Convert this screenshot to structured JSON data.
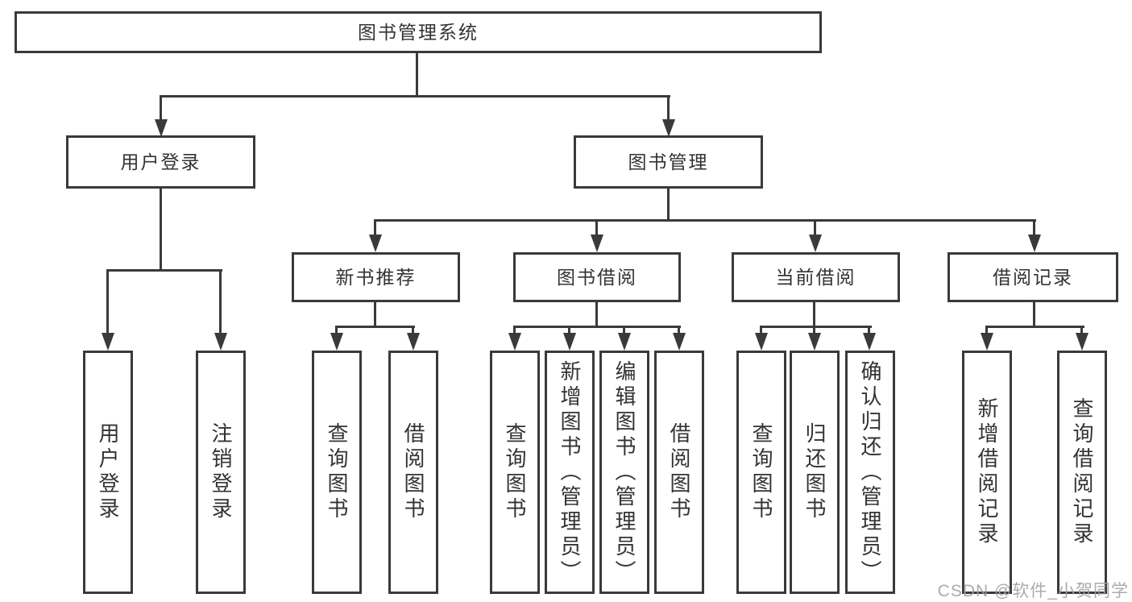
{
  "colors": {
    "box_border": "#3a3a3a",
    "connector_line": "#3a3a3a",
    "text": "#333333",
    "background": "#ffffff",
    "watermark": "#a2a2a2"
  },
  "nodes": {
    "root": "图书管理系统",
    "user_login": "用户登录",
    "book_mgmt": "图书管理",
    "new_book_rec": "新书推荐",
    "book_borrow": "图书借阅",
    "current_borrow": "当前借阅",
    "borrow_record": "借阅记录",
    "ul_login": "用户登录",
    "ul_logout": "注销登录",
    "nb_query": "查询图书",
    "nb_borrow": "借阅图书",
    "bb_query": "查询图书",
    "bb_add": "新增图书（管理员）",
    "bb_edit": "编辑图书（管理员）",
    "bb_borrow": "借阅图书",
    "cb_query": "查询图书",
    "cb_return": "归还图书",
    "cb_confirm": "确认归还（管理员）",
    "br_add": "新增借阅记录",
    "br_query": "查询借阅记录"
  },
  "watermark": "CSDN @软件_小贺同学"
}
